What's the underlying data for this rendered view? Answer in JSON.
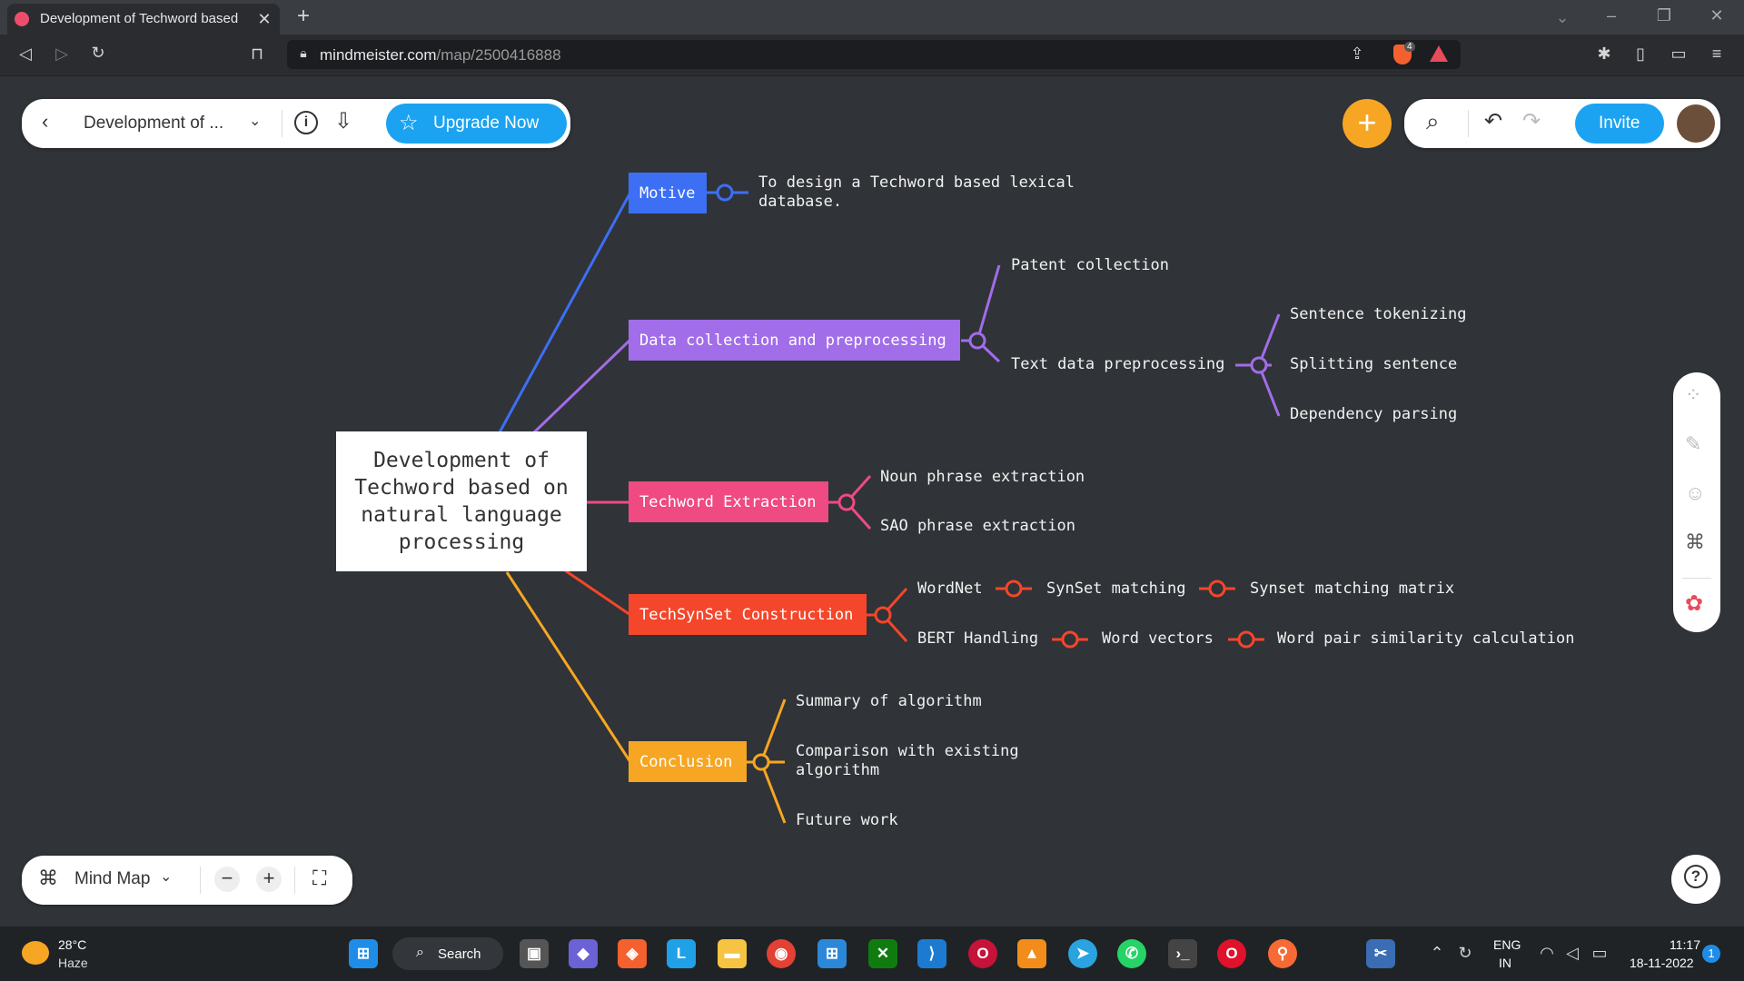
{
  "browser": {
    "tab_title": "Development of Techword based",
    "new_tab": "+",
    "url_domain": "mindmeister.com",
    "url_path": "/map/2500416888",
    "brave_badge": "4"
  },
  "app": {
    "map_title": "Development of ...",
    "upgrade_label": "Upgrade Now",
    "invite_label": "Invite",
    "view_mode_label": "Mind Map",
    "help_glyph": "?"
  },
  "mindmap": {
    "root": "Development of Techword based on natural language processing",
    "branches": {
      "motive": {
        "label": "Motive",
        "color": "#3d6ff5",
        "notes": "To design a Techword based lexical\ndatabase."
      },
      "data": {
        "label": "Data collection and preprocessing",
        "color": "#a16de8",
        "children": [
          "Patent collection",
          "Text data preprocessing"
        ],
        "sub": [
          "Sentence tokenizing",
          "Splitting sentence",
          "Dependency parsing"
        ]
      },
      "techword": {
        "label": "Techword Extraction",
        "color": "#ef4a82",
        "children": [
          "Noun phrase extraction",
          "SAO phrase extraction"
        ]
      },
      "techsynset": {
        "label": "TechSynSet Construction",
        "color": "#f4462a",
        "row1": [
          "WordNet",
          "SynSet matching",
          "Synset matching matrix"
        ],
        "row2": [
          "BERT Handling",
          "Word vectors",
          "Word pair similarity calculation"
        ]
      },
      "conclusion": {
        "label": "Conclusion",
        "color": "#f6a623",
        "children": [
          "Summary of algorithm",
          "Comparison with existing\nalgorithm",
          "Future work"
        ]
      }
    }
  },
  "taskbar": {
    "weather_temp": "28°C",
    "weather_desc": "Haze",
    "search_label": "Search",
    "lang": "ENG",
    "region": "IN",
    "time": "11:17",
    "date": "18-11-2022",
    "notification_count": "1"
  }
}
